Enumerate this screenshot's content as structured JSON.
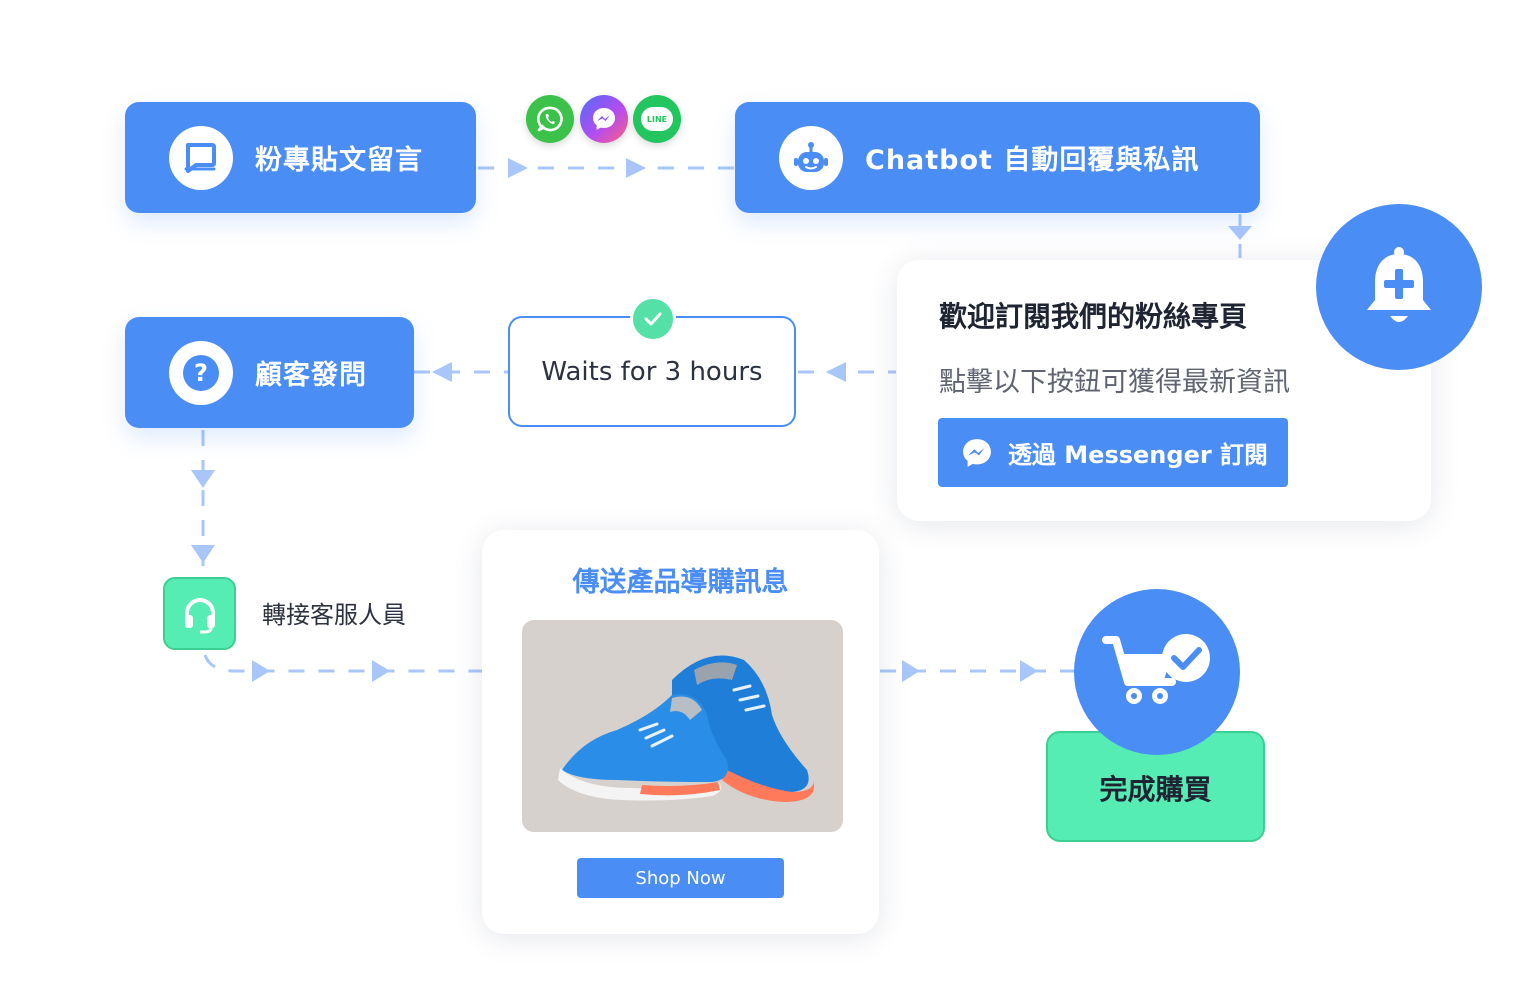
{
  "nodes": {
    "fanpage_comment": "粉專貼文留言",
    "chatbot": "Chatbot 自動回覆與私訊",
    "customer_question": "顧客發問",
    "wait": "Waits for 3 hours",
    "transfer_agent": "轉接客服人員",
    "complete_purchase": "完成購買"
  },
  "channels": {
    "line_label": "LINE",
    "icons": [
      "whatsapp-icon",
      "messenger-icon",
      "line-icon"
    ]
  },
  "subscribe_card": {
    "title": "歡迎訂閱我們的粉絲專頁",
    "subtitle": "點擊以下按鈕可獲得最新資訊",
    "button": "透過 Messenger 訂閱"
  },
  "product_card": {
    "title": "傳送產品導購訊息",
    "button": "Shop Now"
  },
  "colors": {
    "primary": "#4a8df5",
    "green": "#55edb4",
    "whatsapp": "#3cc14b",
    "line": "#22c55e",
    "connector": "#a9c6fa"
  }
}
